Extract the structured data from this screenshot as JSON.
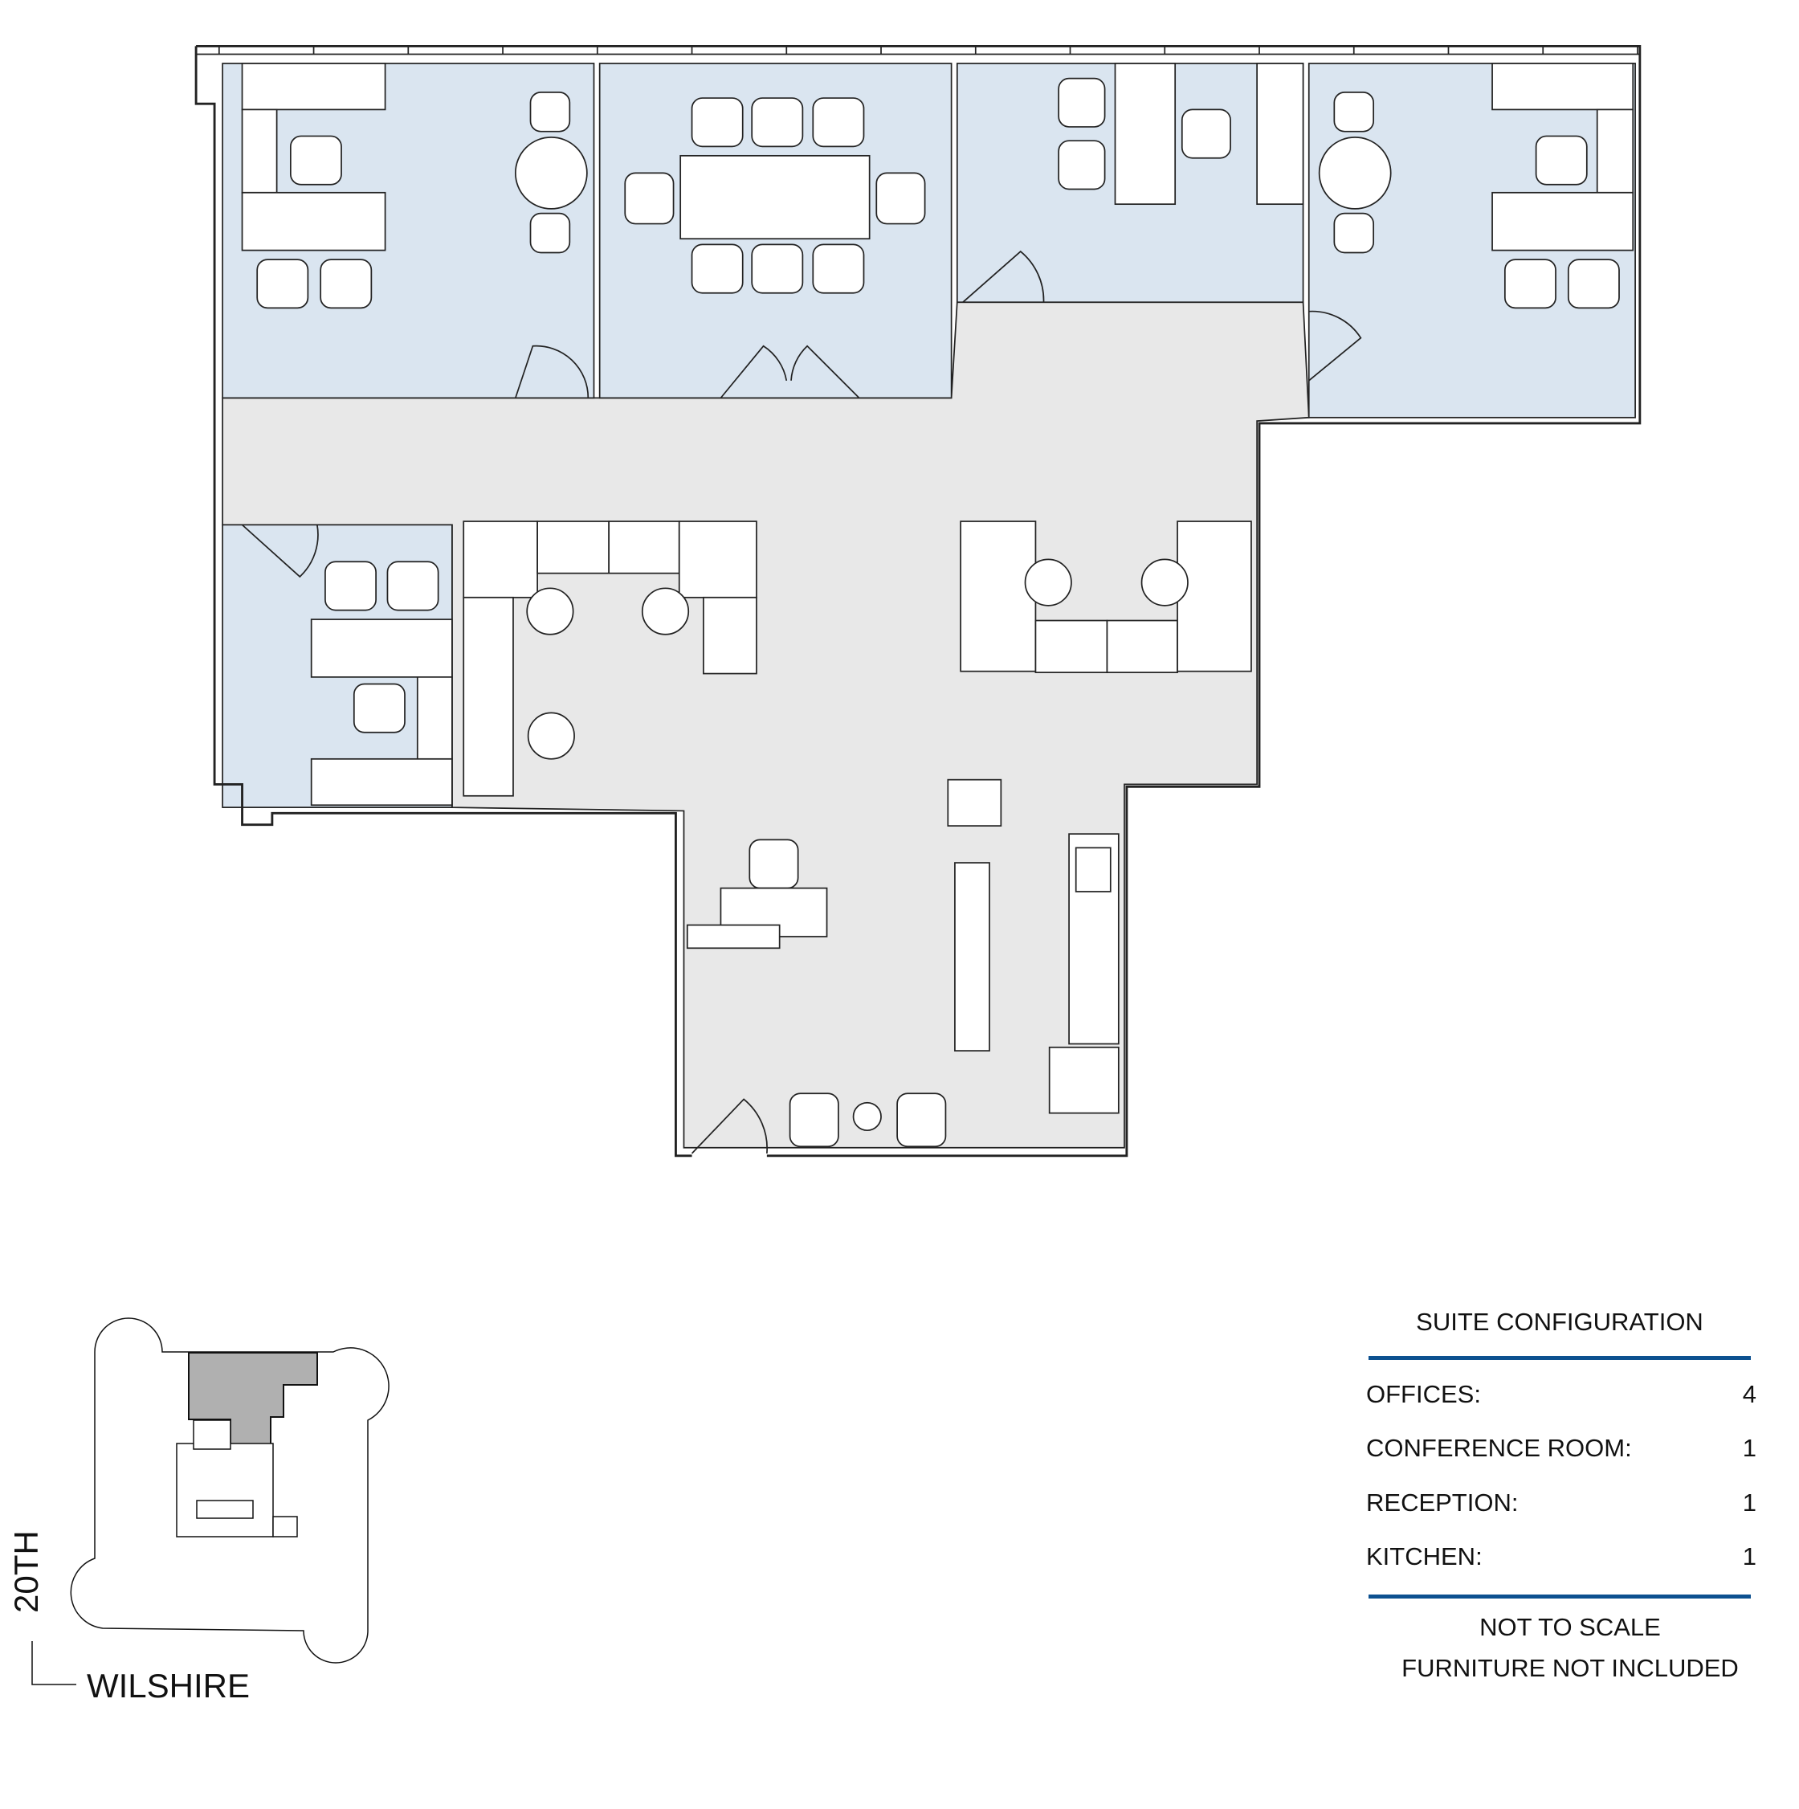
{
  "colors": {
    "office_fill": "#dae5f0",
    "common_fill": "#e8e8e8",
    "keyplan_suite_fill": "#b0b0b0",
    "legend_rule": "#0d5190",
    "line": "#222222"
  },
  "legend": {
    "title": "SUITE CONFIGURATION",
    "rows": [
      {
        "label": "OFFICES:",
        "value": "4"
      },
      {
        "label": "CONFERENCE ROOM:",
        "value": "1"
      },
      {
        "label": "RECEPTION:",
        "value": "1"
      },
      {
        "label": "KITCHEN:",
        "value": "1"
      }
    ],
    "notes": [
      "NOT TO SCALE",
      "FURNITURE NOT INCLUDED"
    ]
  },
  "keyplan": {
    "streets": {
      "vertical": "20TH",
      "horizontal": "WILSHIRE"
    }
  }
}
